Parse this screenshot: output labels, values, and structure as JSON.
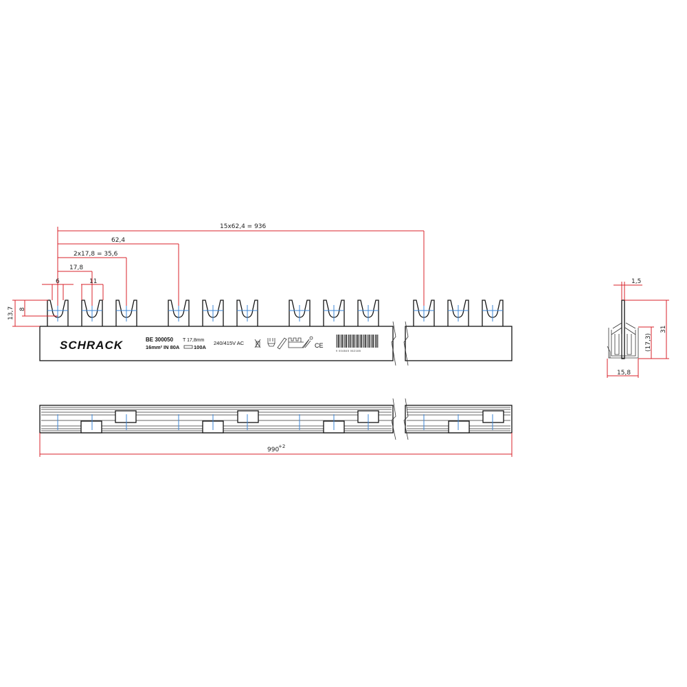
{
  "dimensions": {
    "total_pitch": "15x62,4  =  936",
    "module_pitch": "62,4",
    "double_pitch": "2x17,8  =  35,6",
    "single_pitch": "17,8",
    "slot_width": "6",
    "pin_width": "11",
    "pin_height": "13,7",
    "slot_depth": "8",
    "overall_length": "990",
    "overall_length_tolerance": "+2",
    "side_thickness": "1,5",
    "side_height": "31",
    "side_body_height": "(17,3)",
    "side_width": "15,8"
  },
  "label": {
    "brand": "SCHRACK",
    "part_number": "BE 300050",
    "pitch": "T 17,8mm",
    "cross_section": "16mm²",
    "rating": "IN 80A",
    "fuse_rating": "100A",
    "voltage": "240/415V AC",
    "ce_mark": "CE",
    "barcode_number": "9 004845 062188"
  },
  "colors": {
    "dimension": "#d9202a",
    "centerline": "#3b86d6",
    "outline": "#111111"
  }
}
